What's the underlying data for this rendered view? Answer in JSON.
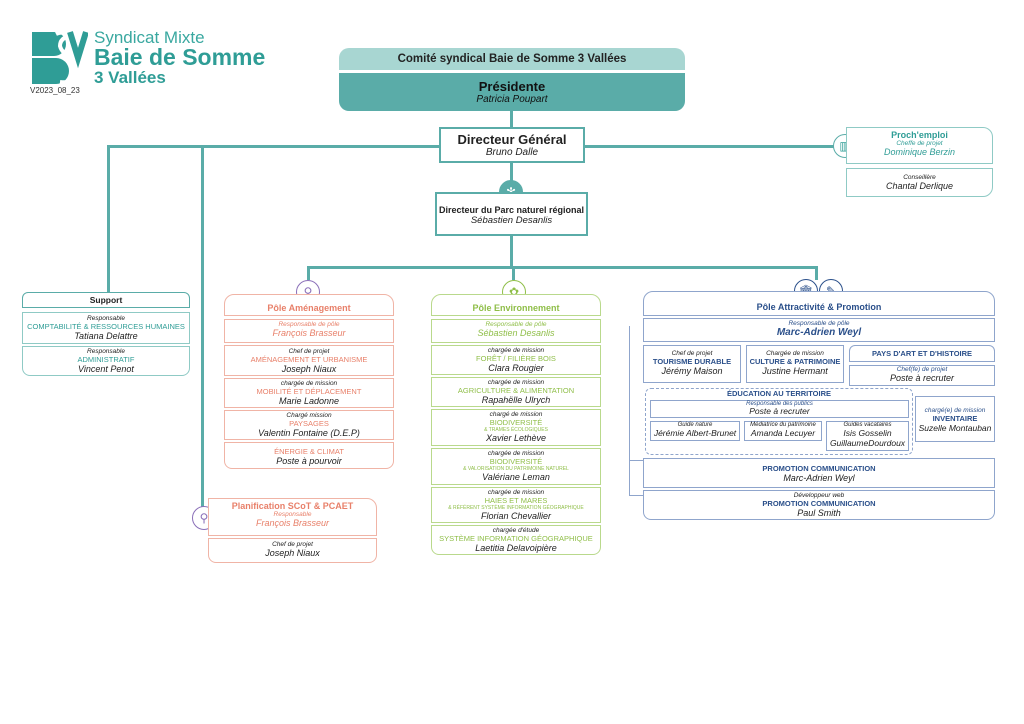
{
  "logo": {
    "line1": "Syndicat Mixte",
    "line2": "Baie de Somme",
    "line3": "3 Vallées",
    "version": "V2023_08_23"
  },
  "committee": "Comité syndical Baie de Somme 3 Vallées",
  "president": {
    "title": "Présidente",
    "name": "Patricia Poupart"
  },
  "director": {
    "title": "Directeur Général",
    "name": "Bruno Dalle"
  },
  "pnr": {
    "title": "Directeur du Parc naturel régional",
    "name": "Sébastien Desanlis"
  },
  "prochemploi": {
    "title": "Proch'emploi",
    "role": "Cheffe de projet",
    "name": "Dominique Berzin",
    "role2": "Conseillère",
    "name2": "Chantal Derlique"
  },
  "support": {
    "title": "Support",
    "items": [
      {
        "role": "Responsable",
        "dept": "COMPTABILITÉ & RESSOURCES HUMAINES",
        "name": "Tatiana Delattre"
      },
      {
        "role": "Responsable",
        "dept": "ADMINISTRATIF",
        "name": "Vincent Penot"
      }
    ]
  },
  "amenagement": {
    "title": "Pôle Aménagement",
    "head": {
      "role": "Responsable de pôle",
      "name": "François Brasseur"
    },
    "items": [
      {
        "role": "Chef de projet",
        "dept": "AMÉNAGEMENT ET URBANISME",
        "name": "Joseph Niaux"
      },
      {
        "role": "chargée de mission",
        "dept": "MOBILITÉ ET DÉPLACEMENT",
        "name": "Marie Ladonne"
      },
      {
        "role": "Chargé mission",
        "dept": "PAYSAGES",
        "name": "Valentin Fontaine (D.E.P)"
      },
      {
        "role": "",
        "dept": "ÉNERGIE & CLIMAT",
        "name": "Poste à pourvoir"
      }
    ]
  },
  "scot": {
    "title": "Planification SCoT & PCAET",
    "role": "Responsable",
    "name": "François Brasseur",
    "role2": "Chef de projet",
    "name2": "Joseph Niaux"
  },
  "environnement": {
    "title": "Pôle Environnement",
    "head": {
      "role": "Responsable de pôle",
      "name": "Sébastien Desanlis"
    },
    "items": [
      {
        "role": "chargée de mission",
        "dept": "FORÊT / FILIÈRE BOIS",
        "sub": "",
        "name": "Clara Rougier"
      },
      {
        "role": "chargée de mission",
        "dept": "AGRICULTURE & ALIMENTATION",
        "sub": "",
        "name": "Rapahëlle Ulrych"
      },
      {
        "role": "chargé de mission",
        "dept": "BIODIVERSITÉ",
        "sub": "& TRAMES ÉCOLOGIQUES",
        "name": "Xavier Lethève"
      },
      {
        "role": "chargée de mission",
        "dept": "BIODIVERSITÉ",
        "sub": "& VALORISATION DU PATRIMOINE NATUREL",
        "name": "Valériane Leman"
      },
      {
        "role": "chargée de mission",
        "dept": "HAIES ET MARES",
        "sub": "& RÉFÉRENT SYSTÈME INFORMATION GÉOGRAPHIQUE",
        "name": "Florian Chevallier"
      },
      {
        "role": "chargée d'étude",
        "dept": "SYSTÈME INFORMATION GÉOGRAPHIQUE",
        "sub": "",
        "name": "Laetitia Delavoipière"
      }
    ]
  },
  "attractivite": {
    "title": "Pôle Attractivité & Promotion",
    "head": {
      "role": "Responsable de pôle",
      "name": "Marc-Adrien Weyl"
    },
    "tourisme": {
      "role": "Chef de projet",
      "dept": "TOURISME DURABLE",
      "name": "Jérémy Maison"
    },
    "culture": {
      "role": "Chargée de mission",
      "dept": "CULTURE & PATRIMOINE",
      "name": "Justine Hermant"
    },
    "pah": {
      "title": "PAYS D'ART ET D'HISTOIRE",
      "role": "Chef(fe) de projet",
      "name": "Poste à recruter"
    },
    "education": {
      "title": "ÉDUCATION AU TERRITOIRE",
      "role": "Responsable des publics",
      "name": "Poste à recruter",
      "guide_role": "Guide nature",
      "guide_name": "Jérémie Albert-Brunet",
      "med_role": "Médiatrice du patrimoine",
      "med_name": "Amanda Lecuyer",
      "vac_role": "Guides vacataires",
      "vac_name1": "Isis Gosselin",
      "vac_name2": "GuillaumeDourdoux"
    },
    "inventaire": {
      "role": "chargé(e) de mission",
      "dept": "INVENTAIRE",
      "name": "Suzelle Montauban"
    },
    "promo1": {
      "dept": "PROMOTION COMMUNICATION",
      "name": "Marc-Adrien Weyl"
    },
    "promo2": {
      "role": "Développeur web",
      "dept": "PROMOTION COMMUNICATION",
      "name": "Paul Smith"
    }
  },
  "colors": {
    "teal": "#5aaca8",
    "amenagement": "#e8806a",
    "environnement": "#8fbe48",
    "attractivite": "#2a4f8a"
  }
}
